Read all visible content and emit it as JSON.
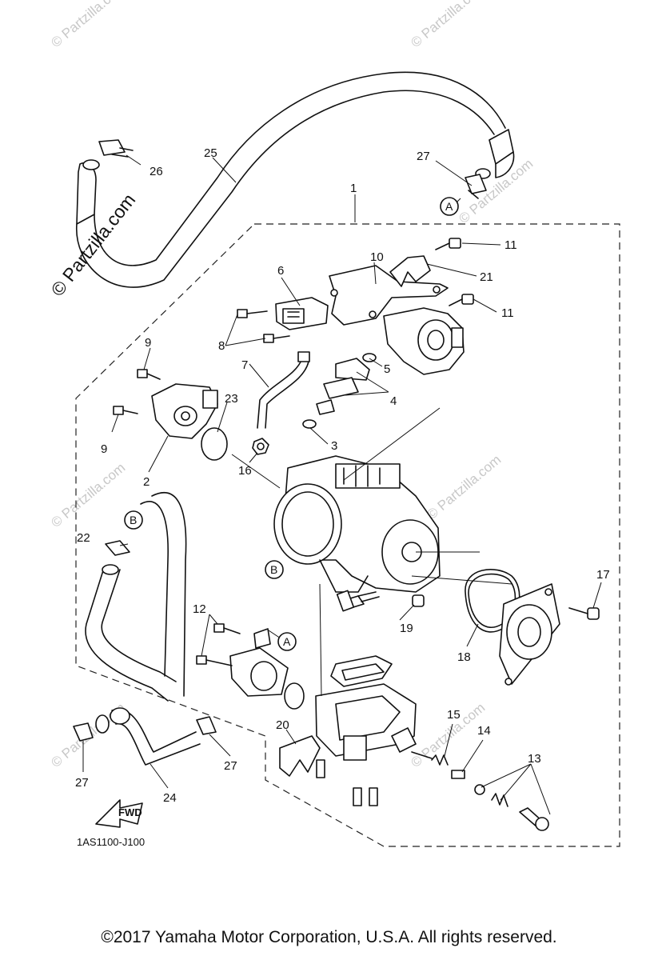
{
  "diagram": {
    "callouts": [
      "1",
      "2",
      "3",
      "4",
      "5",
      "6",
      "7",
      "8",
      "9",
      "9",
      "10",
      "11",
      "11",
      "12",
      "13",
      "14",
      "15",
      "16",
      "17",
      "18",
      "19",
      "20",
      "21",
      "22",
      "23",
      "24",
      "25",
      "26",
      "27",
      "27",
      "27"
    ],
    "circle_refs": [
      "A",
      "A",
      "B",
      "B"
    ],
    "fwd_label": "FWD",
    "diagram_code": "1AS1100-J100",
    "watermark_main": "© Partzilla.com",
    "watermark_faint": "© Partzilla.com"
  },
  "footer": {
    "copyright": "©2017 Yamaha Motor Corporation, U.S.A. All rights reserved."
  }
}
